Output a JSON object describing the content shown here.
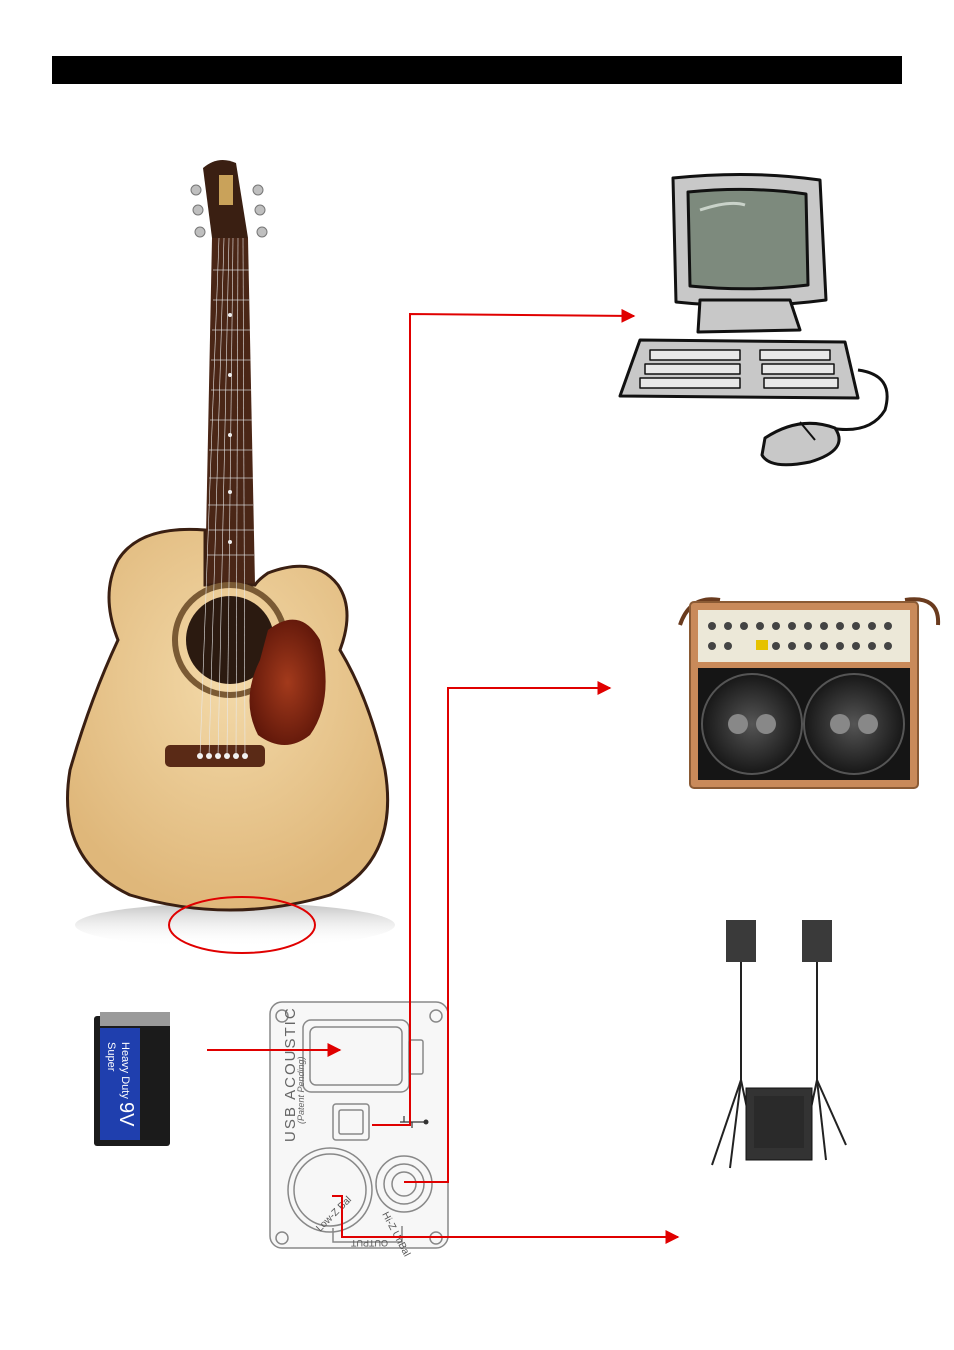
{
  "battery": {
    "brand_line1": "Super",
    "brand_line2": "Heavy Duty",
    "voltage": "9V"
  },
  "panel": {
    "title": "USB ACOUSTIC",
    "subtitle": "(Patent Pending)",
    "jack_hi": "Hi-Z UnBal",
    "jack_low": "Low-Z Bal",
    "output": "OUTPUT"
  },
  "colors": {
    "arrow": "#e00000",
    "title_bar": "#000000"
  }
}
